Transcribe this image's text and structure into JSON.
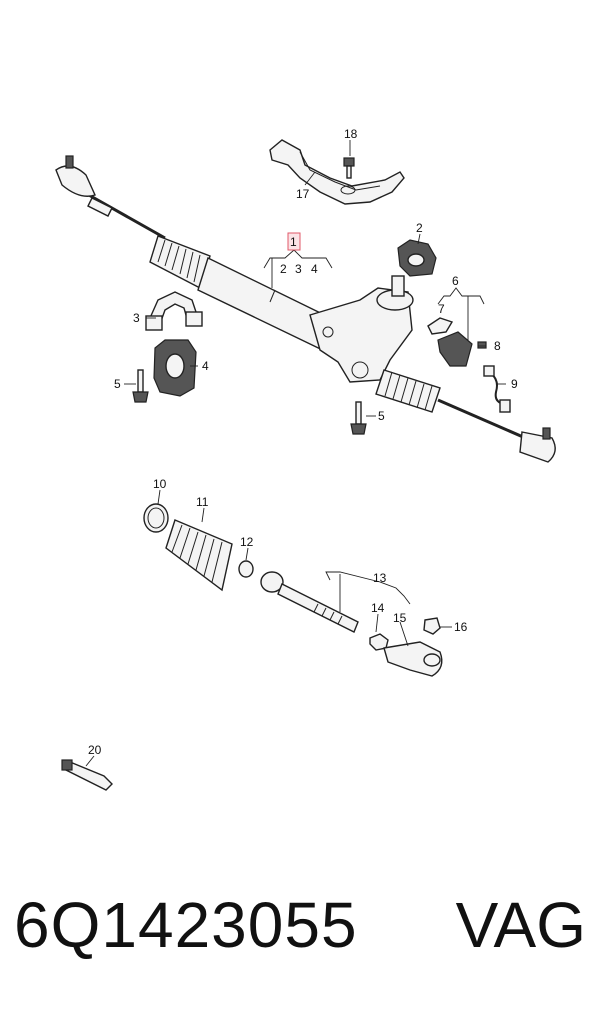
{
  "labels": {
    "l1": "1",
    "l2": "2",
    "l2b": "2",
    "l3": "3",
    "l3b": "3",
    "l4": "4",
    "l4b": "4",
    "l5a": "5",
    "l5b": "5",
    "l6": "6",
    "l7": "7",
    "l8": "8",
    "l9": "9",
    "l10": "10",
    "l11": "11",
    "l12": "12",
    "l13": "13",
    "l14": "14",
    "l15": "15",
    "l16": "16",
    "l17": "17",
    "l18": "18",
    "l20": "20"
  },
  "highlight_color": "#e05a6a",
  "footer": {
    "part_number": "6Q1423055",
    "brand": "VAG"
  }
}
